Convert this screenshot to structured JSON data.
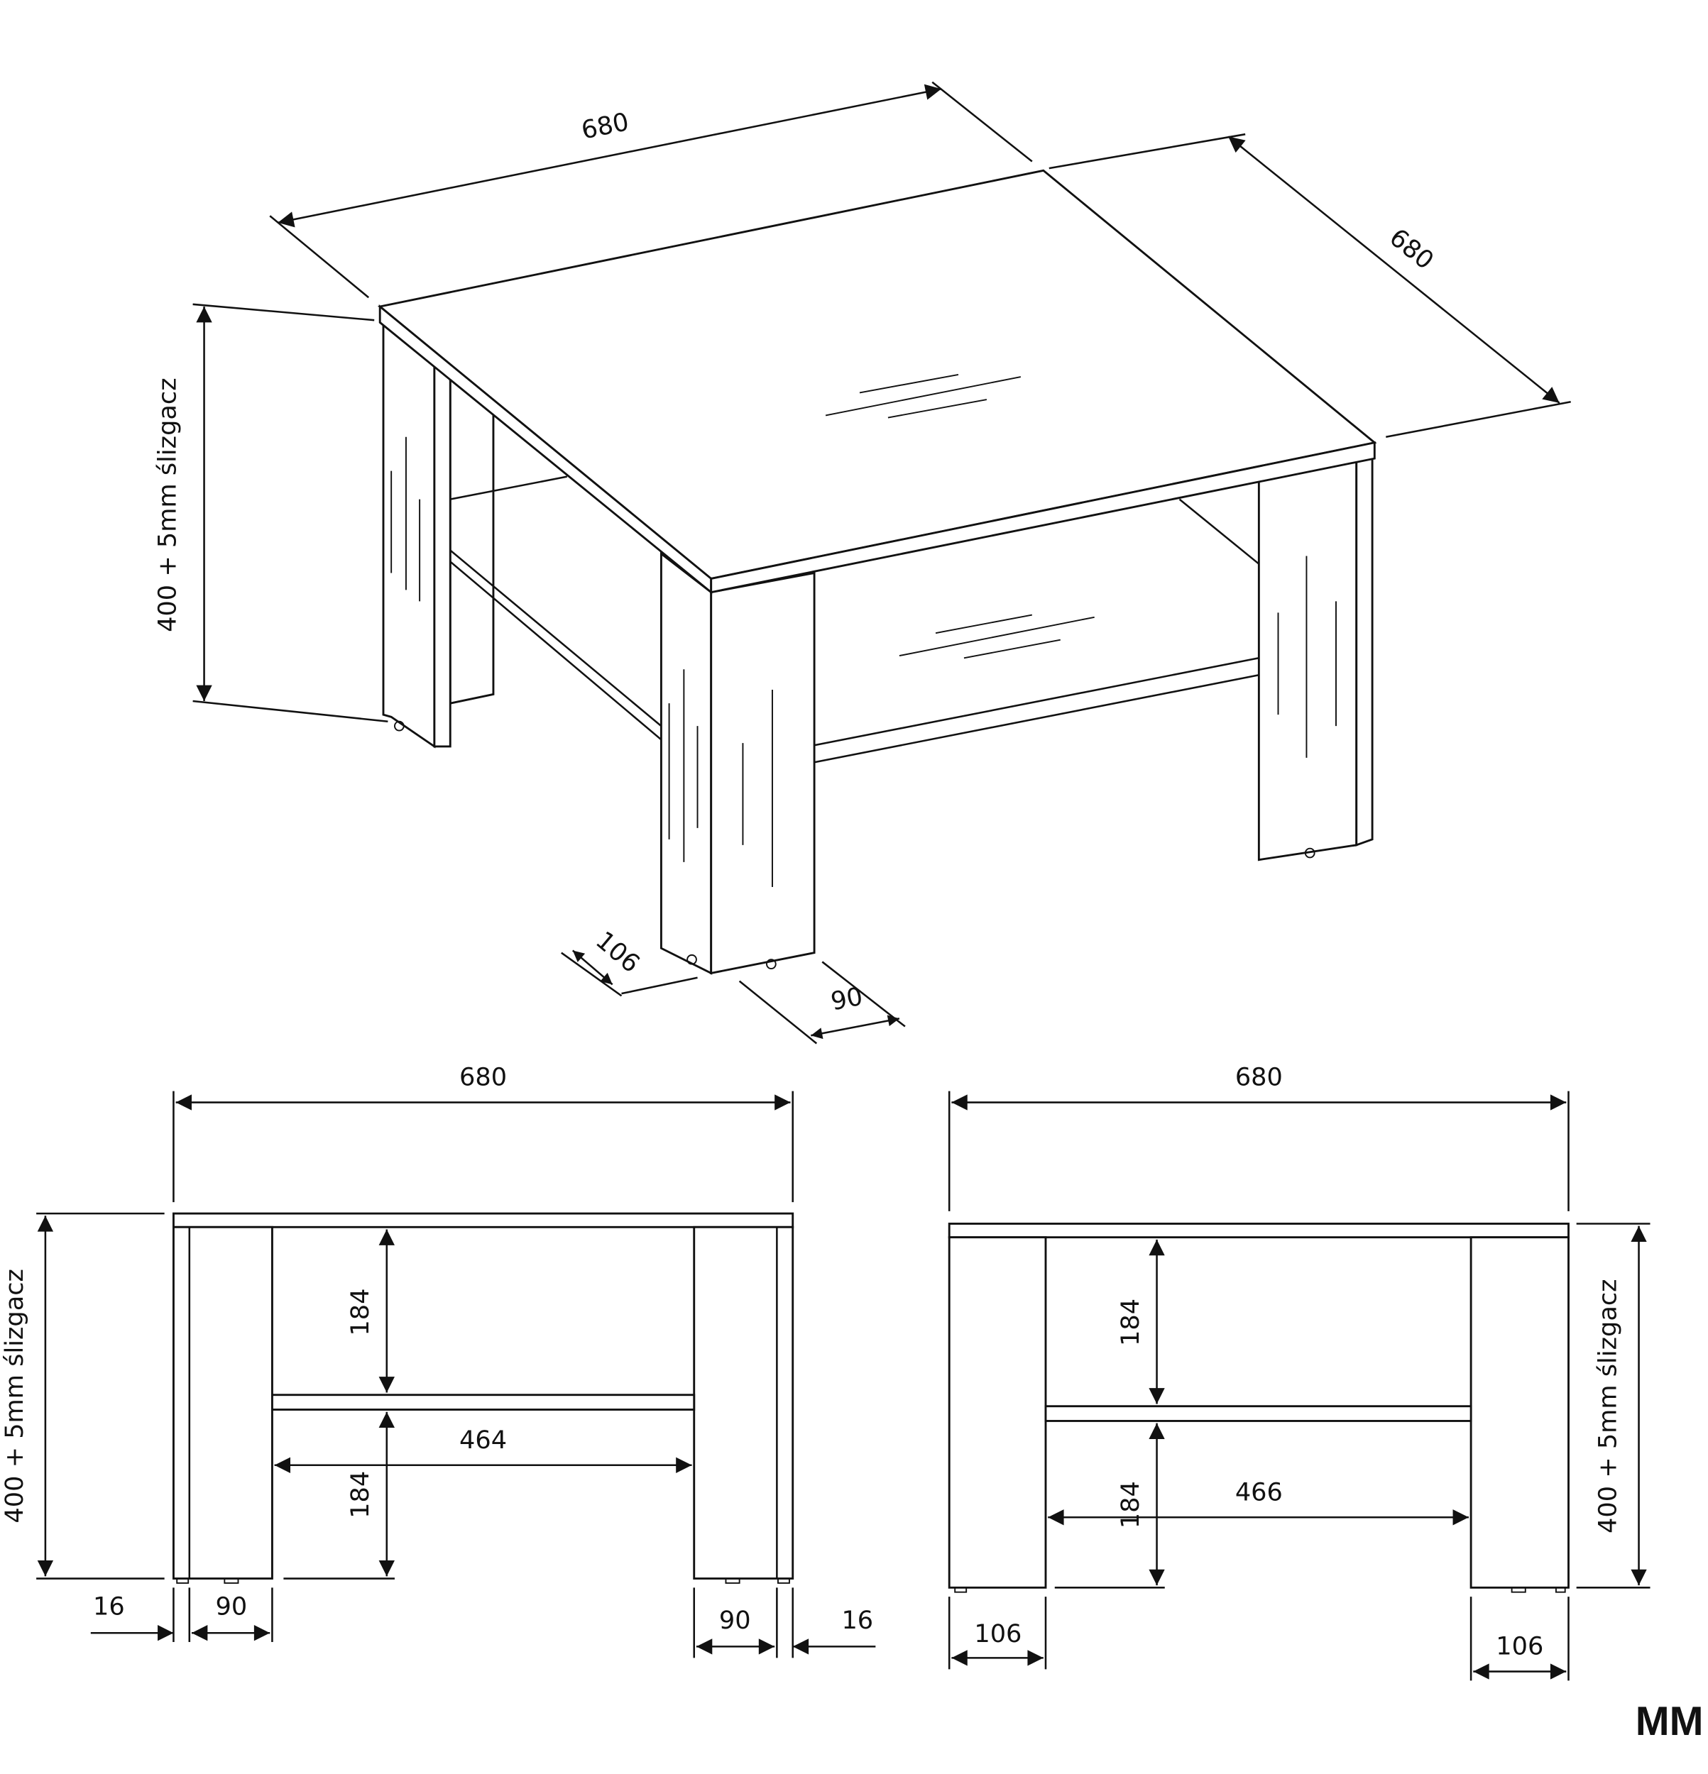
{
  "units_badge": "MM",
  "isometric": {
    "width": "680",
    "depth": "680",
    "height": "400 + 5mm ślizgacz",
    "leg_depth": "106",
    "leg_width": "90"
  },
  "front_view": {
    "width": "680",
    "height": "400 + 5mm ślizgacz",
    "upper_gap": "184",
    "lower_gap": "184",
    "inner_width": "464",
    "left_panel": "16",
    "left_leg": "90",
    "right_leg": "90",
    "right_panel": "16"
  },
  "side_view": {
    "width": "680",
    "height": "400 + 5mm ślizgacz",
    "upper_gap": "184",
    "lower_gap": "184",
    "inner_width": "466",
    "left_leg": "106",
    "right_leg": "106"
  }
}
